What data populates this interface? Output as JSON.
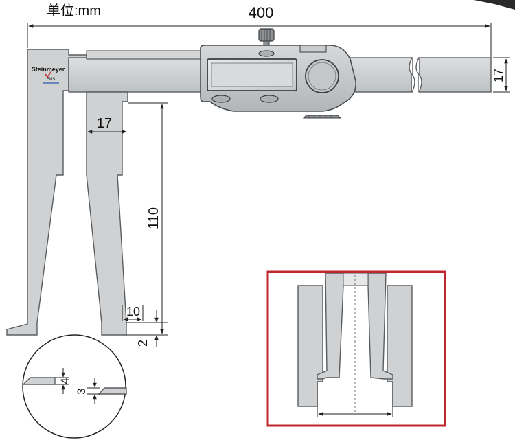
{
  "header": {
    "unit_label": "单位:mm"
  },
  "brand": {
    "name": "Steinmeyer",
    "sub": "FMS"
  },
  "dimensions": {
    "total_length": "400",
    "beam_height": "17",
    "jaw_width": "17",
    "jaw_depth": "110",
    "tip_width": "10",
    "tip_offset": "2",
    "tip_height_a": "4",
    "tip_height_b": "3"
  },
  "colors": {
    "steel": "#cfd1d2",
    "outline": "#5a5d60",
    "highlight_frame": "#c0272d"
  },
  "icons": [
    "caliper-body-icon",
    "lcd-display-icon",
    "thumbwheel-icon",
    "measurement-example-icon"
  ]
}
